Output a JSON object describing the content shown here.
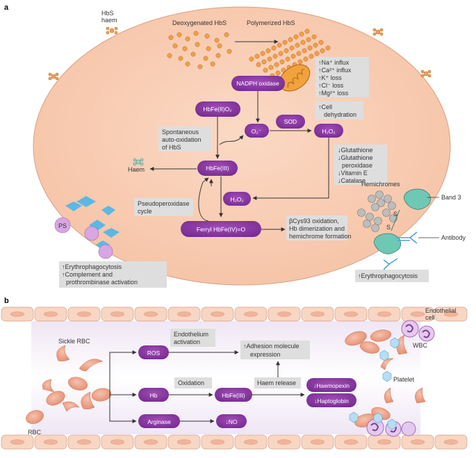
{
  "panel_a": {
    "letter": "a",
    "hbs_haem": [
      "HbS",
      "haem"
    ],
    "deoxy_hbs": "Deoxygenated HbS",
    "polymerized_hbs": "Polymerized HbS",
    "ion_box": [
      "↑Na⁺ influx",
      "↑Ca²⁺ influx",
      "↑K⁺ loss",
      "↑Cl⁻ loss",
      "↑Mg²⁺ loss"
    ],
    "nadph": "NADPH oxidase",
    "hbfe2o2": "HbFe(II)O₂",
    "cell_dehydration": [
      "↑Cell",
      "dehydration"
    ],
    "sod": "SOD",
    "o2_radical": "O₂⁻",
    "h2o2_top": "H₂O₂",
    "auto_oxidation": [
      "Spontaneous",
      "auto-oxidation",
      "of HbS"
    ],
    "haem": "Haem",
    "hbfe3": "HbFe(III)",
    "antioxidant_box": [
      "↓Glutathione",
      "↓Glutathione",
      "peroxidase",
      "↓Vitamin E",
      "↓Catalase"
    ],
    "h2o2_mid": "H₂O₂",
    "pseudoperoxidase": [
      "Pseudoperoxidase",
      "cycle"
    ],
    "ferryl": "Ferryl HbFe(IV)=O",
    "bcys_box": [
      "βCys93 oxidation,",
      "Hb dimerization and",
      "hemichrome formation"
    ],
    "hemichromes": "Hemichromes",
    "band3": "Band 3",
    "antibody": "Antibody",
    "s": "S",
    "ps": "PS",
    "erythro_box": [
      "↑Erythrophagocytosis",
      "↑Complement and",
      "prothrombinase activation"
    ],
    "erythro_right": "↑Erythrophagocytosis"
  },
  "panel_b": {
    "letter": "b",
    "endothelial": [
      "Endothelial",
      "cell"
    ],
    "sickle_rbc": "Sickle RBC",
    "rbc": "RBC",
    "ros": "ROS",
    "endothelium_activation": [
      "Endothelium",
      "activation"
    ],
    "adhesion": [
      "↑Adhesion molecule",
      "expression"
    ],
    "hb": "Hb",
    "oxidation": "Oxidation",
    "hbfe3": "HbFe(III)",
    "haem_release": "Haem release",
    "haemopexin": "↓Haemopexin",
    "haptoglobin": "↓Haptoglobin",
    "arginase": "Arginase",
    "no": "↓NO",
    "wbc": "WBC",
    "platelet": "Platelet"
  }
}
